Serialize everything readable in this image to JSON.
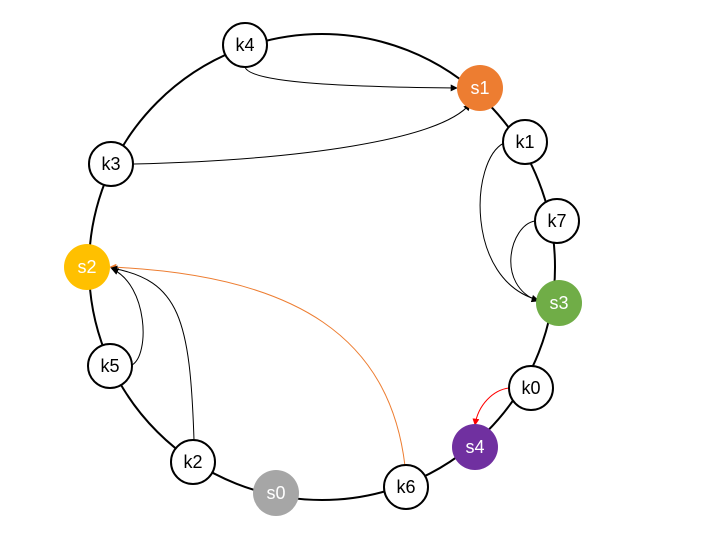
{
  "diagram": {
    "nodes": [
      {
        "id": "s0",
        "label": "s0",
        "kind": "server",
        "fill": "#a6a6a6"
      },
      {
        "id": "s1",
        "label": "s1",
        "kind": "server",
        "fill": "#ed7d31"
      },
      {
        "id": "s2",
        "label": "s2",
        "kind": "server",
        "fill": "#ffc000"
      },
      {
        "id": "s3",
        "label": "s3",
        "kind": "server",
        "fill": "#70ad47"
      },
      {
        "id": "s4",
        "label": "s4",
        "kind": "server",
        "fill": "#7030a0"
      },
      {
        "id": "k0",
        "label": "k0",
        "kind": "key",
        "fill": "#ffffff"
      },
      {
        "id": "k1",
        "label": "k1",
        "kind": "key",
        "fill": "#ffffff"
      },
      {
        "id": "k2",
        "label": "k2",
        "kind": "key",
        "fill": "#ffffff"
      },
      {
        "id": "k3",
        "label": "k3",
        "kind": "key",
        "fill": "#ffffff"
      },
      {
        "id": "k4",
        "label": "k4",
        "kind": "key",
        "fill": "#ffffff"
      },
      {
        "id": "k5",
        "label": "k5",
        "kind": "key",
        "fill": "#ffffff"
      },
      {
        "id": "k6",
        "label": "k6",
        "kind": "key",
        "fill": "#ffffff"
      },
      {
        "id": "k7",
        "label": "k7",
        "kind": "key",
        "fill": "#ffffff"
      }
    ],
    "edges": [
      {
        "from": "k4",
        "to": "s1",
        "color": "#000000"
      },
      {
        "from": "k3",
        "to": "s1",
        "color": "#000000"
      },
      {
        "from": "k1",
        "to": "s3",
        "color": "#000000"
      },
      {
        "from": "k7",
        "to": "s3",
        "color": "#000000"
      },
      {
        "from": "k0",
        "to": "s4",
        "color": "#ff0000"
      },
      {
        "from": "k6",
        "to": "s2",
        "color": "#ed7d31"
      },
      {
        "from": "k5",
        "to": "s2",
        "color": "#000000"
      },
      {
        "from": "k2",
        "to": "s2",
        "color": "#000000"
      }
    ],
    "ring_color": "#000000"
  }
}
